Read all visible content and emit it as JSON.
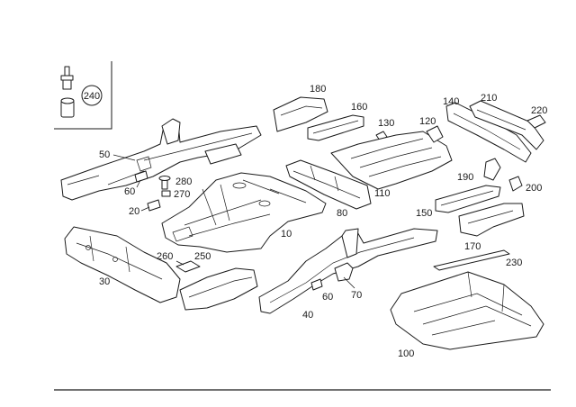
{
  "labels": {
    "p10": "10",
    "p20": "20",
    "p30": "30",
    "p40": "40",
    "p50": "50",
    "p60a": "60",
    "p60b": "60",
    "p70": "70",
    "p80": "80",
    "p100": "100",
    "p110": "110",
    "p120": "120",
    "p130": "130",
    "p140": "140",
    "p150": "150",
    "p160": "160",
    "p170": "170",
    "p180": "180",
    "p190": "190",
    "p200": "200",
    "p210": "210",
    "p220": "220",
    "p230": "230",
    "p240": "240",
    "p250": "250",
    "p260": "260",
    "p270": "270",
    "p280": "280"
  }
}
